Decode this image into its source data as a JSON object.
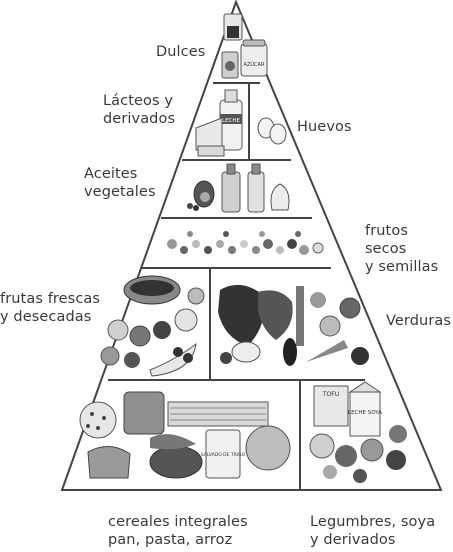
{
  "labels": {
    "sweets": "Dulces",
    "dairy": "Lácteos y\nderivados",
    "eggs": "Huevos",
    "oils": "Aceites\nvegetales",
    "nuts": "frutos secos\ny semillas",
    "fruits": "frutas frescas\ny desecadas",
    "vegetables": "Verduras",
    "cereals": "cereales integrales\npan, pasta, arroz",
    "legumes": "Legumbres, soya\ny derivados"
  },
  "product_texts": {
    "jar_label": "AZÚCAR",
    "bottle_label": "LECHE",
    "bag_label": "SALVADO DE TRIGO",
    "box_brand": "TOFU",
    "carton_label": "LECHE SOYA"
  },
  "colors": {
    "line": "#444444",
    "text": "#3a3a3a",
    "food_dark": "#3c3c3c",
    "food_mid": "#8a8a8a",
    "food_light": "#cfcfcf"
  }
}
